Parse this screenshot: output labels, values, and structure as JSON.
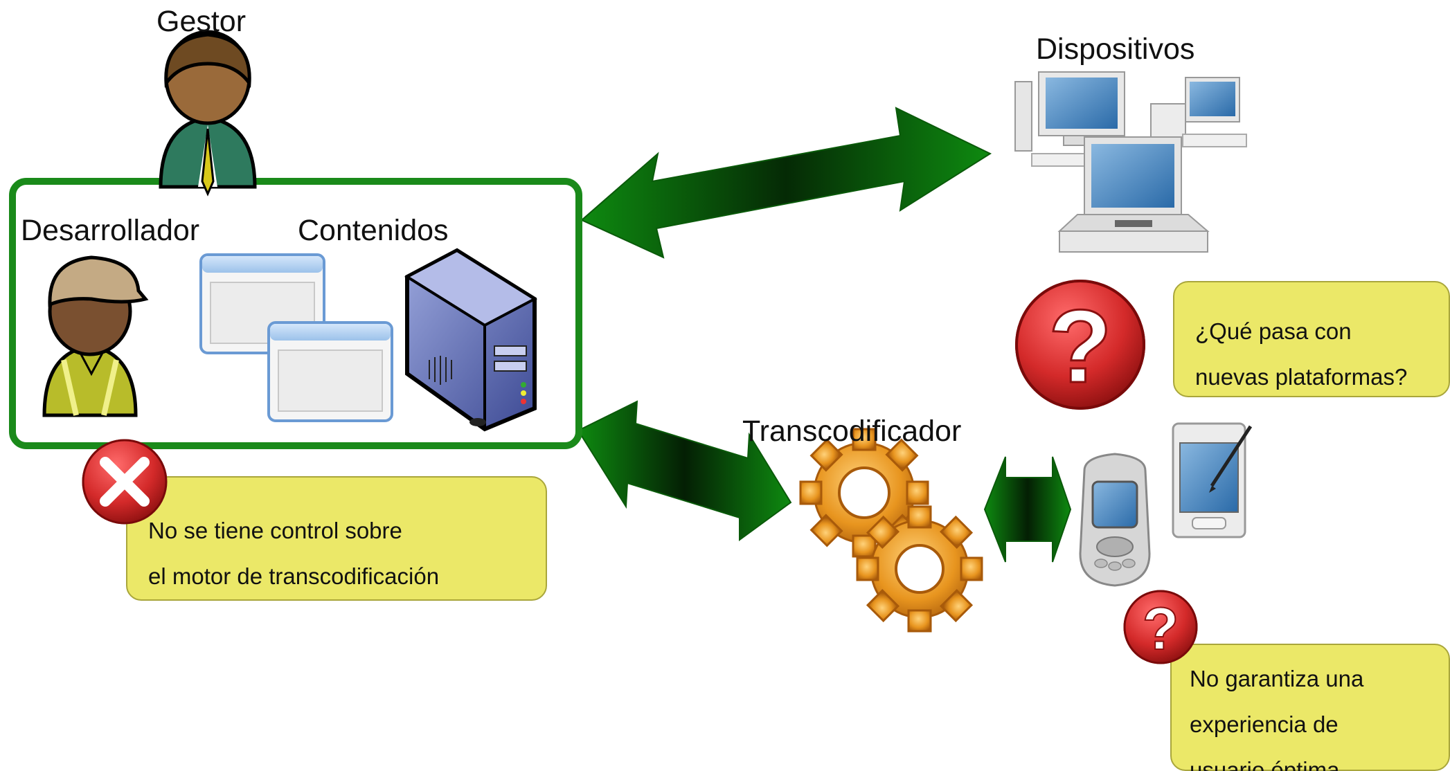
{
  "labels": {
    "manager": "Gestor",
    "developer": "Desarrollador",
    "contents": "Contenidos",
    "devices": "Dispositivos",
    "transcoder": "Transcodificador"
  },
  "notes": {
    "no_control": {
      "line1": "No se tiene control sobre",
      "line2": "el motor de transcodificación"
    },
    "new_platforms": {
      "line1": "¿Qué pasa con",
      "line2": "nuevas plataformas?"
    },
    "no_guarantee": {
      "line1": "No garantiza una",
      "line2": "experiencia de",
      "line3": "usuario óptima"
    }
  },
  "icons": {
    "manager": "business-person-icon",
    "developer": "worker-person-icon",
    "windows": "application-windows-icon",
    "server": "server-tower-icon",
    "devices": "computers-laptop-icon",
    "transcoder": "gears-icon",
    "mobile": "mobile-phone-icon",
    "pda": "pda-stylus-icon",
    "error": "red-x-icon",
    "question": "red-question-icon"
  },
  "colors": {
    "frame_green": "#1a8a1a",
    "arrow_green": "#0d7a0d",
    "note_yellow": "#ebe868",
    "alert_red": "#d42a2a",
    "gear_orange": "#e08a1a"
  }
}
